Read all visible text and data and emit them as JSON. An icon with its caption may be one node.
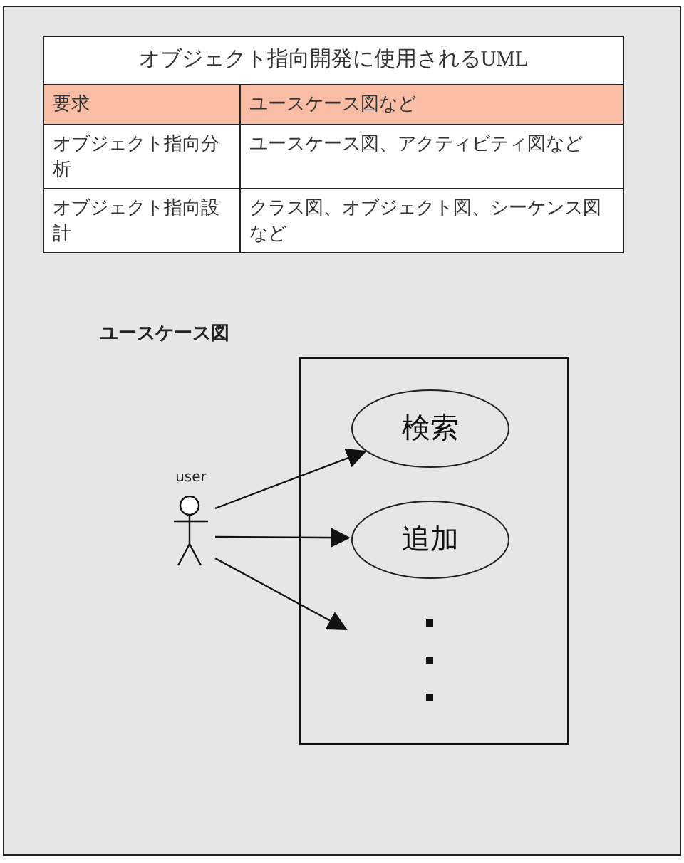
{
  "diagram": {
    "nodes": [
      {
        "text": [
          "user"
        ]
      },
      {
        "text": [],
        "shape": "box"
      },
      {
        "text": [
          "検索"
        ],
        "in": 1
      },
      {
        "text": [
          "追加"
        ],
        "in": 1
      }
    ],
    "edges": [
      {
        "from": 0,
        "to": 2,
        "arrow": "to"
      },
      {
        "from": 0,
        "to": 3,
        "arrow": "to"
      },
      {
        "from": 0,
        "to": null,
        "arrow": "to"
      }
    ],
    "labels": [
      "オブジェクト指向開発に使用されるUML",
      "要求",
      "ユースケース図など",
      "オブジェクト指向分析",
      "ユースケース図、アクティビティ図など",
      "オブジェクト指向設計",
      "クラス図、オブジェクト図、シーケンス図など",
      "ユースケース図"
    ]
  }
}
